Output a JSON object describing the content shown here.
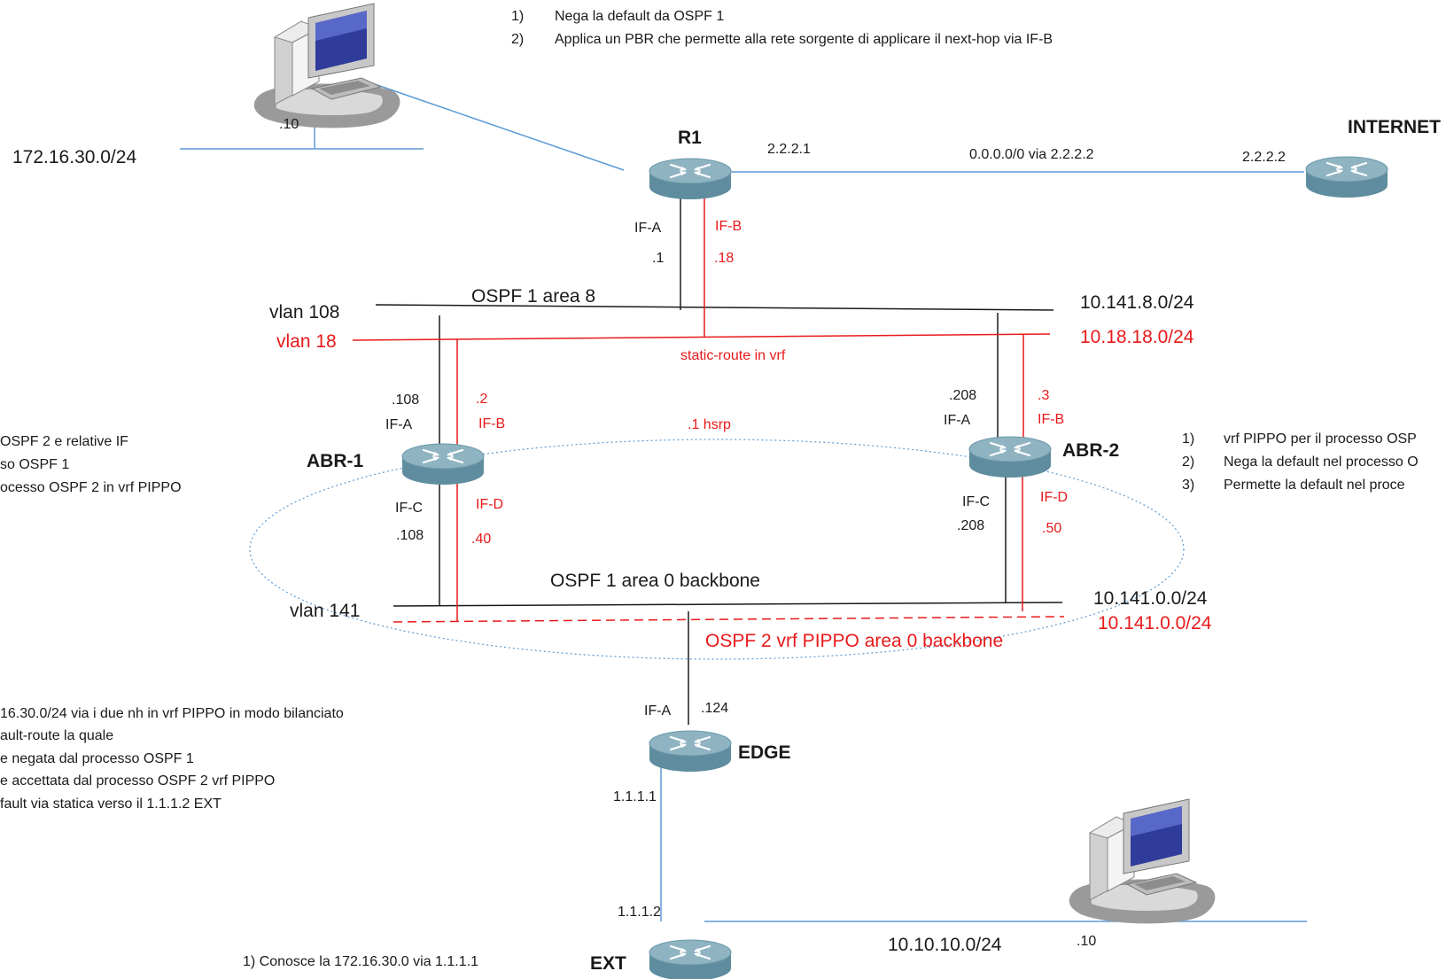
{
  "colors": {
    "black": "#1a1a1a",
    "red": "#e8191a",
    "blue": "#5b9bd5",
    "router_top": "#8fb3c1",
    "router_side": "#5f8d9f"
  },
  "top_notes": {
    "n1_num": "1)",
    "n1": "Nega la default da OSPF 1",
    "n2_num": "2)",
    "n2": "Applica un PBR che permette alla rete sorgente di applicare il next-hop via IF-B"
  },
  "host_top": {
    "ip": ".10",
    "network": "172.16.30.0/24",
    "icon": "computer-icon"
  },
  "r1": {
    "name": "R1",
    "ip_wan": "2.2.2.1",
    "route": "0.0.0.0/0  via 2.2.2.2",
    "if_a": "IF-A",
    "if_b": "IF-B",
    "ip_a": ".1",
    "ip_b": ".18",
    "icon": "router-icon"
  },
  "internet": {
    "name": "INTERNET",
    "ip": "2.2.2.2",
    "icon": "router-icon"
  },
  "lan_108": {
    "vlan": "vlan 108",
    "vlan_red": "vlan 18",
    "ospf": "OSPF 1 area 8",
    "net": "10.141.8.0/24",
    "net_red": "10.18.18.0/24",
    "static": "static-route in vrf",
    "hsrp": ".1 hsrp"
  },
  "abr1": {
    "name": "ABR-1",
    "ip_a": ".108",
    "if_a": "IF-A",
    "ip_b": ".2",
    "if_b": "IF-B",
    "if_c": "IF-C",
    "ip_c": ".108",
    "if_d": "IF-D",
    "ip_d": ".40"
  },
  "abr2": {
    "name": "ABR-2",
    "ip_a": ".208",
    "if_a": "IF-A",
    "ip_b": ".3",
    "if_b": "IF-B",
    "if_c": "IF-C",
    "ip_c": ".208",
    "if_d": "IF-D",
    "ip_d": ".50"
  },
  "left_notes": {
    "l1": "OSPF 2 e relative IF",
    "l2": "so OSPF 1",
    "l3": "ocesso OSPF 2 in vrf PIPPO"
  },
  "right_notes": {
    "r1_num": "1)",
    "r1": "vrf PIPPO per il processo OSP",
    "r2_num": "2)",
    "r2": "Nega la default nel processo O",
    "r3_num": "3)",
    "r3": "Permette la default nel proce"
  },
  "lan_141": {
    "vlan": "vlan 141",
    "ospf": "OSPF 1 area 0 backbone",
    "net": "10.141.0.0/24",
    "net_red": "10.141.0.0/24",
    "ospf_red": "OSPF 2 vrf PIPPO area 0 backbone"
  },
  "edge": {
    "name": "EDGE",
    "if_a": "IF-A",
    "ip_a": ".124",
    "ip_ext": "1.1.1.1"
  },
  "edge_notes": {
    "e1": "16.30.0/24 via i due nh in vrf PIPPO in modo bilanciato",
    "e2": "ault-route la quale",
    "e3": "e negata dal processo OSPF 1",
    "e4": "e accettata dal processo OSPF 2 vrf PIPPO",
    "e5": "fault via statica verso il 1.1.1.2 EXT"
  },
  "ext": {
    "name": "EXT",
    "ip": "1.1.1.2",
    "note": "1) Conosce la 172.16.30.0 via 1.1.1.1"
  },
  "host_bottom": {
    "network": "10.10.10.0/24",
    "ip": ".10",
    "icon": "computer-icon"
  }
}
